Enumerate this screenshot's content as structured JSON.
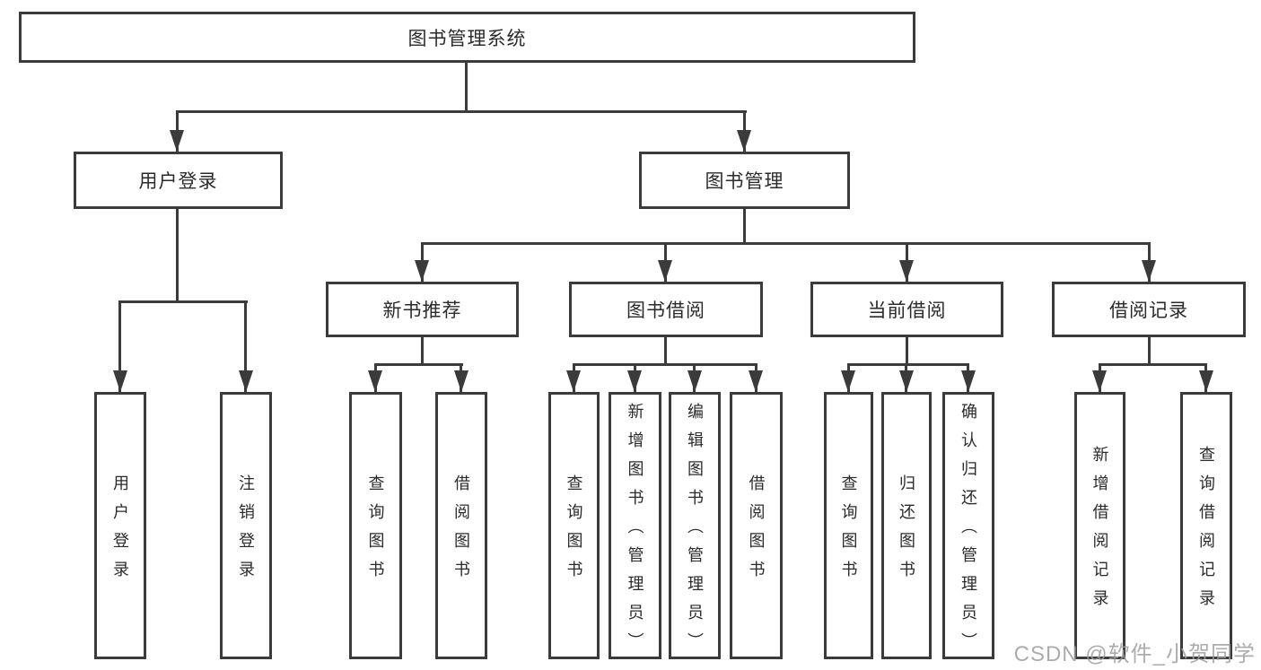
{
  "tree": {
    "root": "图书管理系统",
    "children": [
      {
        "label": "用户登录",
        "children": [
          {
            "label": "用户登录"
          },
          {
            "label": "注销登录"
          }
        ]
      },
      {
        "label": "图书管理",
        "children": [
          {
            "label": "新书推荐",
            "children": [
              {
                "label": "查询图书"
              },
              {
                "label": "借阅图书"
              }
            ]
          },
          {
            "label": "图书借阅",
            "children": [
              {
                "label": "查询图书"
              },
              {
                "label": "新增图书（管理员）"
              },
              {
                "label": "编辑图书（管理员）"
              },
              {
                "label": "借阅图书"
              }
            ]
          },
          {
            "label": "当前借阅",
            "children": [
              {
                "label": "查询图书"
              },
              {
                "label": "归还图书"
              },
              {
                "label": "确认归还（管理员）"
              }
            ]
          },
          {
            "label": "借阅记录",
            "children": [
              {
                "label": "新增借阅记录"
              },
              {
                "label": "查询借阅记录"
              }
            ]
          }
        ]
      }
    ]
  },
  "watermark": {
    "text": "CSDN @软件_小贺同学"
  },
  "colors": {
    "line": "#3b3b3b",
    "text": "#2b2b2b",
    "watermark": "#9e9e9e",
    "background": "#ffffff"
  }
}
